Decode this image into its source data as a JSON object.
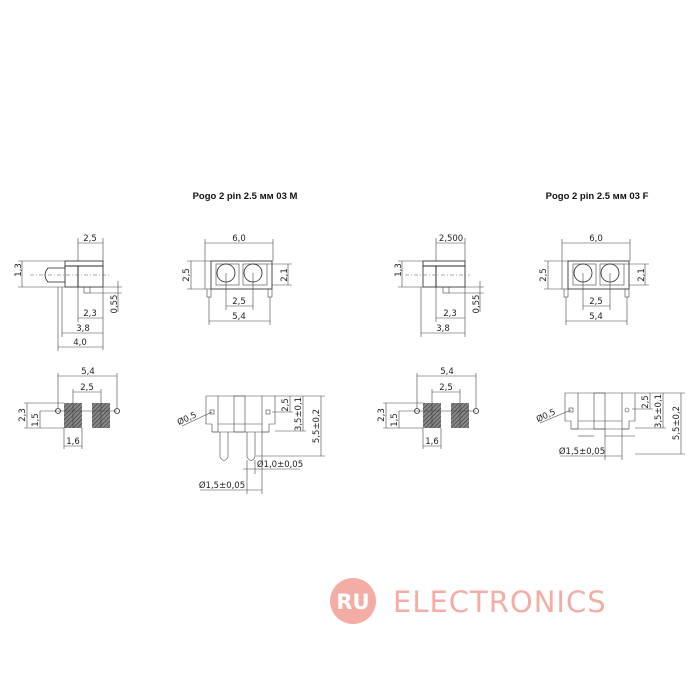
{
  "titles": {
    "male": "Pogo 2 pin 2.5 мм 03 M",
    "female": "Pogo 2 pin 2.5 мм 03 F"
  },
  "male": {
    "side": {
      "top": "2,5",
      "height": "1,3",
      "offset": "0,55",
      "d1": "2,3",
      "d2": "3,8",
      "d3": "4,0"
    },
    "front": {
      "width": "6,0",
      "height": "2,5",
      "inner_height": "2,1",
      "pitch": "2,5",
      "pin_span": "5,4"
    },
    "footprint": {
      "span": "5,4",
      "pitch": "2,5",
      "h1": "2,3",
      "h2": "1,5",
      "pad": "1,6"
    },
    "section": {
      "hole": "Ø0,5",
      "d1": "2,5",
      "d2": "3,5±0,1",
      "d3": "5,5±0,2",
      "pin_d": "Ø1,0±0,05",
      "body_d": "Ø1,5±0,05"
    }
  },
  "female": {
    "side": {
      "top": "2,500",
      "height": "1,3",
      "offset": "0,55",
      "d1": "2,3",
      "d2": "3,8"
    },
    "front": {
      "width": "6,0",
      "height": "2,5",
      "inner_height": "2,1",
      "pitch": "2,5",
      "pin_span": "5,4"
    },
    "footprint": {
      "span": "5,4",
      "pitch": "2,5",
      "h1": "2,3",
      "h2": "1,5",
      "pad": "1,6"
    },
    "section": {
      "hole": "Ø0,5",
      "d1": "2,5",
      "d2": "3,5±0,1",
      "d3": "5,5±0,2",
      "body_d": "Ø1,5±0,05"
    }
  },
  "watermark": {
    "badge": "RU",
    "text": "ELECTRONICS",
    "color": "#f3a59c"
  }
}
